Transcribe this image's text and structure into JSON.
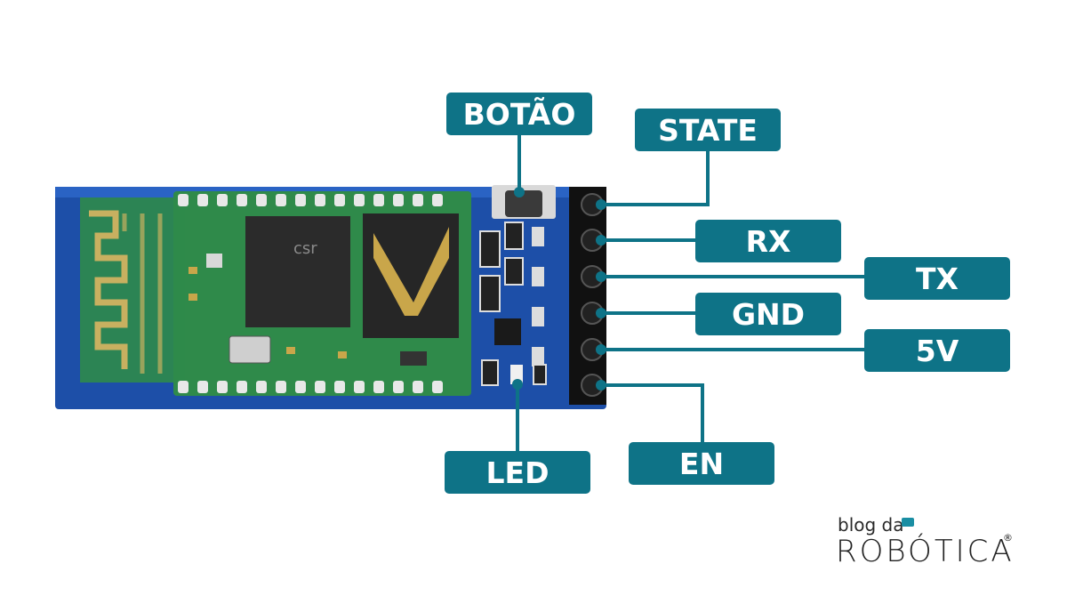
{
  "labels": {
    "botao": "BOTÃO",
    "state": "STATE",
    "rx": "RX",
    "tx": "TX",
    "gnd": "GND",
    "v5": "5V",
    "en": "EN",
    "led": "LED"
  },
  "chip": {
    "brand": "csr"
  },
  "logo": {
    "line1": "blog da",
    "line2": "ROBÓTICA",
    "mark": "®"
  },
  "colors": {
    "callout": "#0e7387",
    "pcb_blue": "#1d4fa8",
    "pcb_green": "#2f8a4a",
    "pin_black": "#111111",
    "leader_line": "#0e7387"
  }
}
